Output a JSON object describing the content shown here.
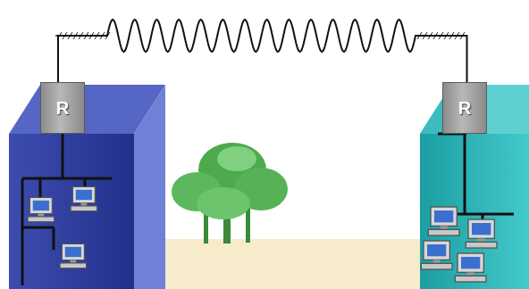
{
  "diagram": {
    "nodes": [
      {
        "text": [
          "R"
        ]
      },
      {
        "text": [
          "R"
        ]
      }
    ],
    "edges": [
      {
        "from": 0,
        "to": 1,
        "arrow": "none"
      }
    ]
  }
}
